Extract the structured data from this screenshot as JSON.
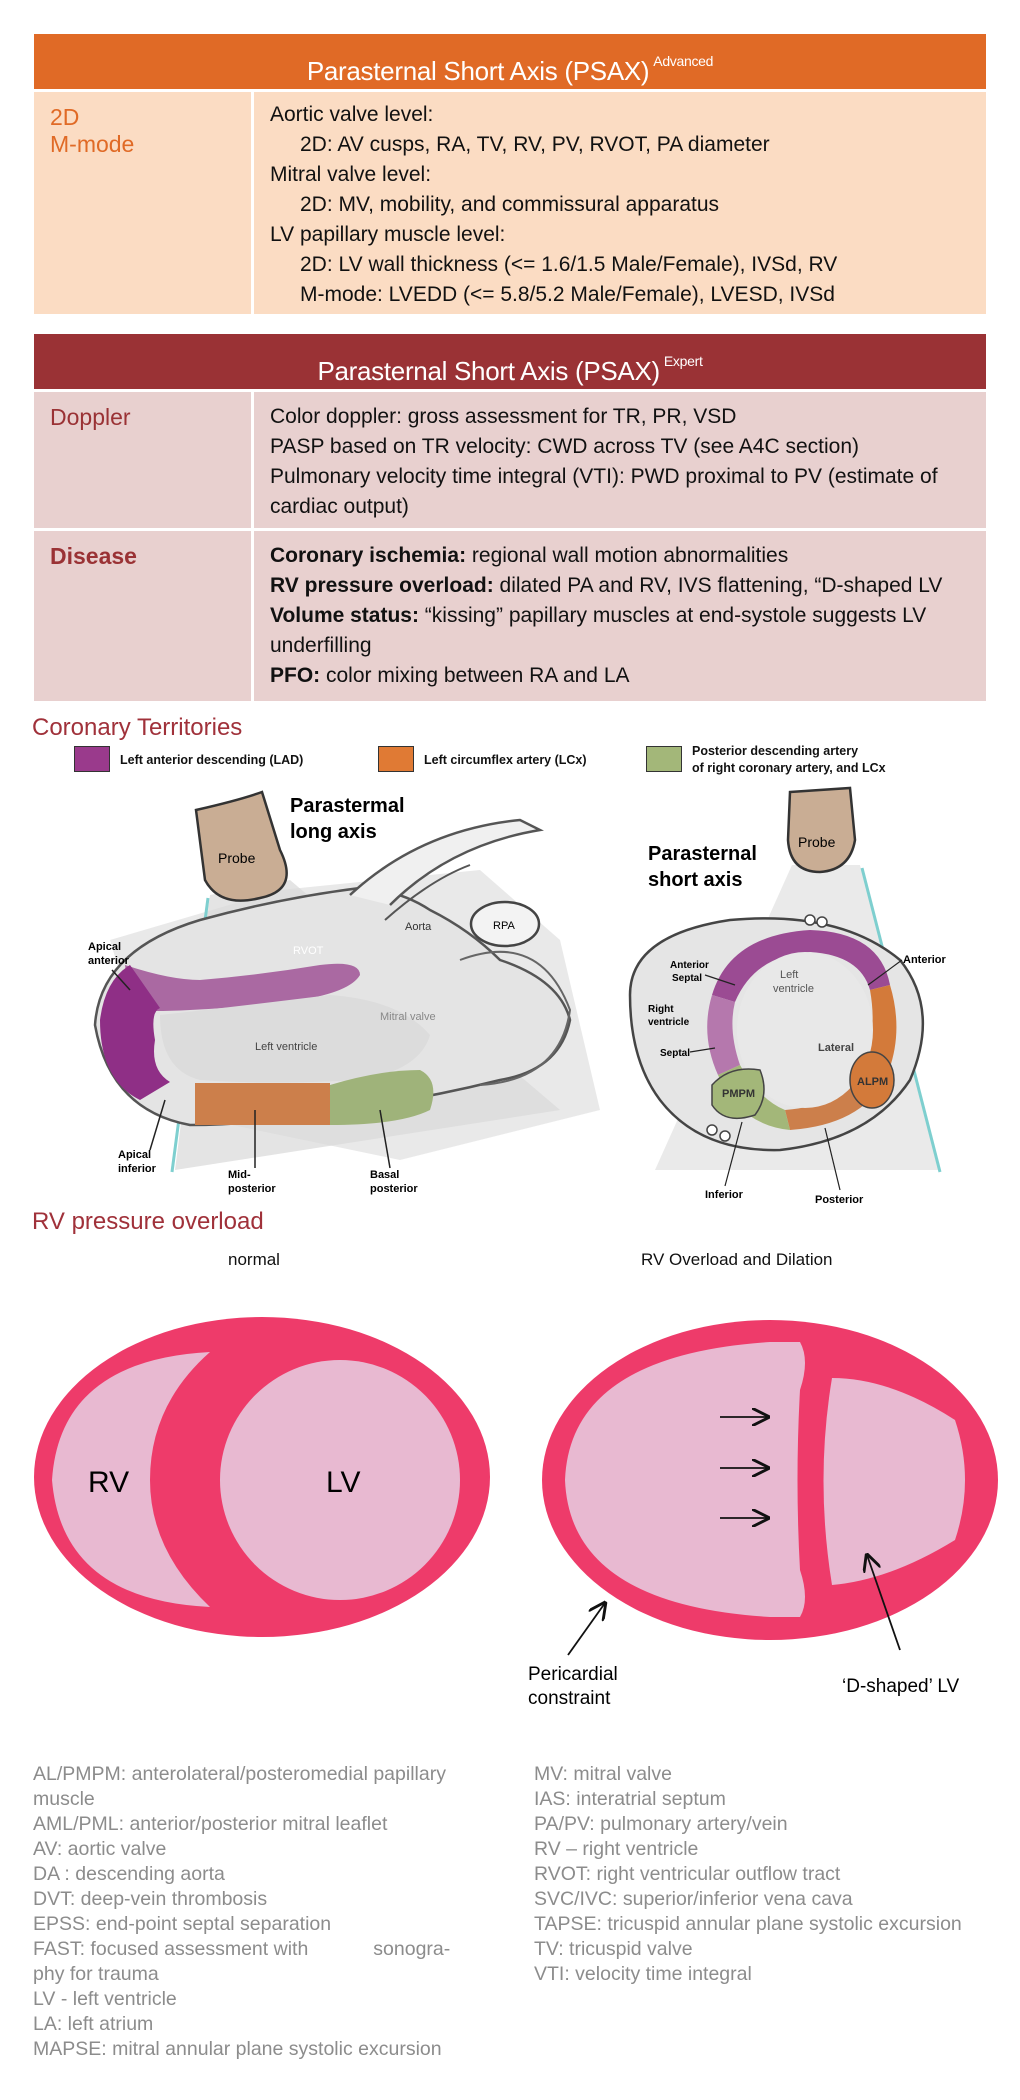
{
  "advanced": {
    "title": "Parasternal Short Axis (PSAX)",
    "badge": "Advanced",
    "left_line1": "2D",
    "left_line2": "M-mode",
    "lines": [
      "Aortic valve level:",
      "2D: AV cusps, RA, TV, RV, PV, RVOT, PA diameter",
      "Mitral valve level:",
      "2D: MV, mobility, and commissural apparatus",
      "LV papillary muscle level:",
      "2D: LV wall thickness (<= 1.6/1.5 Male/Female), IVSd, RV",
      "M-mode: LVEDD (<= 5.8/5.2 Male/Female), LVESD, IVSd"
    ]
  },
  "expert": {
    "title": "Parasternal Short Axis (PSAX)",
    "badge": "Expert",
    "doppler_label": "Doppler",
    "doppler_lines": [
      "Color doppler: gross assessment for TR, PR, VSD",
      "PASP based on TR velocity: CWD across TV (see A4C section)",
      "Pulmonary velocity time integral (VTI): PWD proximal to PV (estimate of cardiac output)"
    ],
    "disease_label": "Disease",
    "disease_items": [
      {
        "bold": "Coronary ischemia:",
        "text": " regional wall motion abnormalities"
      },
      {
        "bold": "RV pressure overload:",
        "text": " dilated PA and RV, IVS flattening, “D-shaped LV"
      },
      {
        "bold": "Volume status:",
        "text": " “kissing” papillary muscles at end-systole suggests LV underfilling"
      },
      {
        "bold": "PFO:",
        "text": " color mixing between RA and LA"
      }
    ]
  },
  "coronary": {
    "title": "Coronary Territories",
    "legend": [
      {
        "label": "Left anterior descending (LAD)",
        "color": "#9a3a8c"
      },
      {
        "label": "Left circumflex artery (LCx)",
        "color": "#e07a34"
      },
      {
        "label": "Posterior descending artery",
        "label2": "of right coronary artery, and LCx",
        "color": "#a3b779"
      }
    ],
    "plax": {
      "title1": "Parastermal",
      "title2": "long axis",
      "probe": "Probe",
      "aorta": "Aorta",
      "rpa": "RPA",
      "rvot": "RVOT",
      "mitral": "Mitral valve",
      "lv": "Left ventricle",
      "apical_anterior1": "Apical",
      "apical_anterior2": "anterior",
      "apical_inferior1": "Apical",
      "apical_inferior2": "inferior",
      "mid_posterior1": "Mid-",
      "mid_posterior2": "posterior",
      "basal_posterior1": "Basal",
      "basal_posterior2": "posterior"
    },
    "psax": {
      "title1": "Parasternal",
      "title2": "short axis",
      "probe": "Probe",
      "anterior": "Anterior",
      "anterior_septal1": "Anterior",
      "anterior_septal2": "Septal",
      "right_ventricle1": "Right",
      "right_ventricle2": "ventricle",
      "left_ventricle1": "Left",
      "left_ventricle2": "ventricle",
      "septal": "Septal",
      "lateral": "Lateral",
      "alpm": "ALPM",
      "pmpm": "PMPM",
      "inferior": "Inferior",
      "posterior": "Posterior"
    }
  },
  "rv": {
    "title": "RV pressure overload",
    "normal_label": "normal",
    "overload_label": "RV Overload and Dilation",
    "rv": "RV",
    "lv": "LV",
    "pericardial1": "Pericardial",
    "pericardial2": "constraint",
    "dshaped": "‘D-shaped’ LV"
  },
  "abbreviations": {
    "left": [
      "AL/PMPM: anterolateral/posteromedial papillary",
      "muscle",
      "AML/PML: anterior/posterior mitral leaflet",
      "AV: aortic valve",
      "DA : descending aorta",
      "DVT: deep-vein thrombosis",
      "EPSS: end-point septal separation",
      "FAST: focused assessment with            sonogra-",
      "phy for trauma",
      "LV - left ventricle",
      "LA: left atrium",
      "MAPSE: mitral annular plane systolic excursion"
    ],
    "right": [
      "MV: mitral valve",
      "IAS: interatrial septum",
      "PA/PV: pulmonary artery/vein",
      "RV – right ventricle",
      "RVOT: right ventricular outflow tract",
      "SVC/IVC: superior/inferior vena cava",
      "TAPSE: tricuspid annular plane systolic excursion",
      "TV: tricuspid valve",
      "VTI: velocity time integral"
    ]
  }
}
